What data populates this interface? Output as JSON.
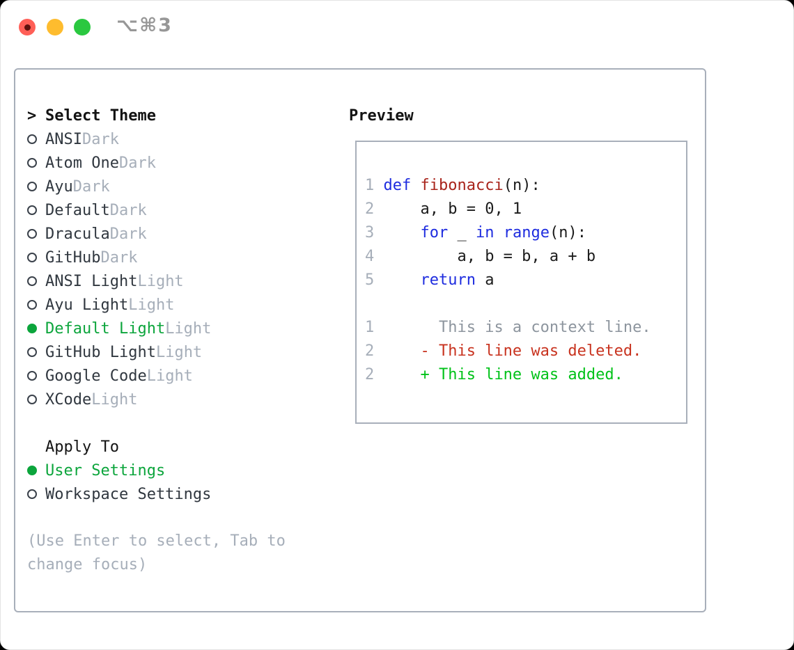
{
  "window": {
    "title": "⌥⌘3",
    "traffic_lights": [
      "close",
      "minimize",
      "zoom"
    ]
  },
  "colors": {
    "selected": "#0ca53c",
    "heading": "#131313",
    "name_text": "#30373f",
    "tag": "#a6aeb9",
    "hint": "#a6aeb9",
    "lineno": "#a6aeb9",
    "border": "#a8afba",
    "plain": "#1b1b1b",
    "kw": "#1e2cdf",
    "fn": "#a8241b",
    "ctx": "#8d959e",
    "del": "#c8331f",
    "add": "#00c219",
    "title": "#979797",
    "light_red": "#ff5f57",
    "light_yellow": "#febc2e",
    "light_green": "#2ac840",
    "close_dot": "#5e120e"
  },
  "theme_list": {
    "header": {
      "prompt": ">",
      "label": "Select Theme"
    },
    "items": [
      {
        "name": "ANSI",
        "tag": "Dark",
        "selected": false
      },
      {
        "name": "Atom One",
        "tag": "Dark",
        "selected": false
      },
      {
        "name": "Ayu",
        "tag": "Dark",
        "selected": false
      },
      {
        "name": "Default",
        "tag": "Dark",
        "selected": false
      },
      {
        "name": "Dracula",
        "tag": "Dark",
        "selected": false
      },
      {
        "name": "GitHub",
        "tag": "Dark",
        "selected": false
      },
      {
        "name": "ANSI Light",
        "tag": "Light",
        "selected": false
      },
      {
        "name": "Ayu Light",
        "tag": "Light",
        "selected": false
      },
      {
        "name": "Default Light",
        "tag": "Light",
        "selected": true
      },
      {
        "name": "GitHub Light",
        "tag": "Light",
        "selected": false
      },
      {
        "name": "Google Code",
        "tag": "Light",
        "selected": false
      },
      {
        "name": "XCode",
        "tag": "Light",
        "selected": false
      }
    ]
  },
  "apply_to": {
    "label": "Apply To",
    "options": [
      {
        "name": "User Settings",
        "selected": true
      },
      {
        "name": "Workspace Settings",
        "selected": false
      }
    ]
  },
  "hint": {
    "text": "(Use Enter to select, Tab to change focus)"
  },
  "preview": {
    "title": "Preview",
    "lines": [
      {
        "num": "1",
        "kind": "code",
        "tokens": [
          [
            "kw",
            "def"
          ],
          [
            "pl",
            " "
          ],
          [
            "fn",
            "fibonacci"
          ],
          [
            "pl",
            "(n):"
          ]
        ]
      },
      {
        "num": "2",
        "kind": "code",
        "tokens": [
          [
            "pl",
            "    a, b = 0, 1"
          ]
        ]
      },
      {
        "num": "3",
        "kind": "code",
        "tokens": [
          [
            "pl",
            "    "
          ],
          [
            "kw",
            "for"
          ],
          [
            "pl",
            " _ "
          ],
          [
            "kw",
            "in"
          ],
          [
            "pl",
            " "
          ],
          [
            "kw",
            "range"
          ],
          [
            "pl",
            "(n):"
          ]
        ]
      },
      {
        "num": "4",
        "kind": "code",
        "tokens": [
          [
            "pl",
            "        a, b = b, a + b"
          ]
        ]
      },
      {
        "num": "5",
        "kind": "code",
        "tokens": [
          [
            "pl",
            "    "
          ],
          [
            "kw",
            "return"
          ],
          [
            "pl",
            " a"
          ]
        ]
      },
      {
        "num": "",
        "kind": "blank",
        "tokens": []
      },
      {
        "num": "1",
        "kind": "context",
        "tokens": [
          [
            "ctx",
            "      This is a context line."
          ]
        ]
      },
      {
        "num": "2",
        "kind": "deleted",
        "tokens": [
          [
            "del",
            "    - This line was deleted."
          ]
        ]
      },
      {
        "num": "2",
        "kind": "added",
        "tokens": [
          [
            "add",
            "    + This line was added."
          ]
        ]
      }
    ]
  }
}
